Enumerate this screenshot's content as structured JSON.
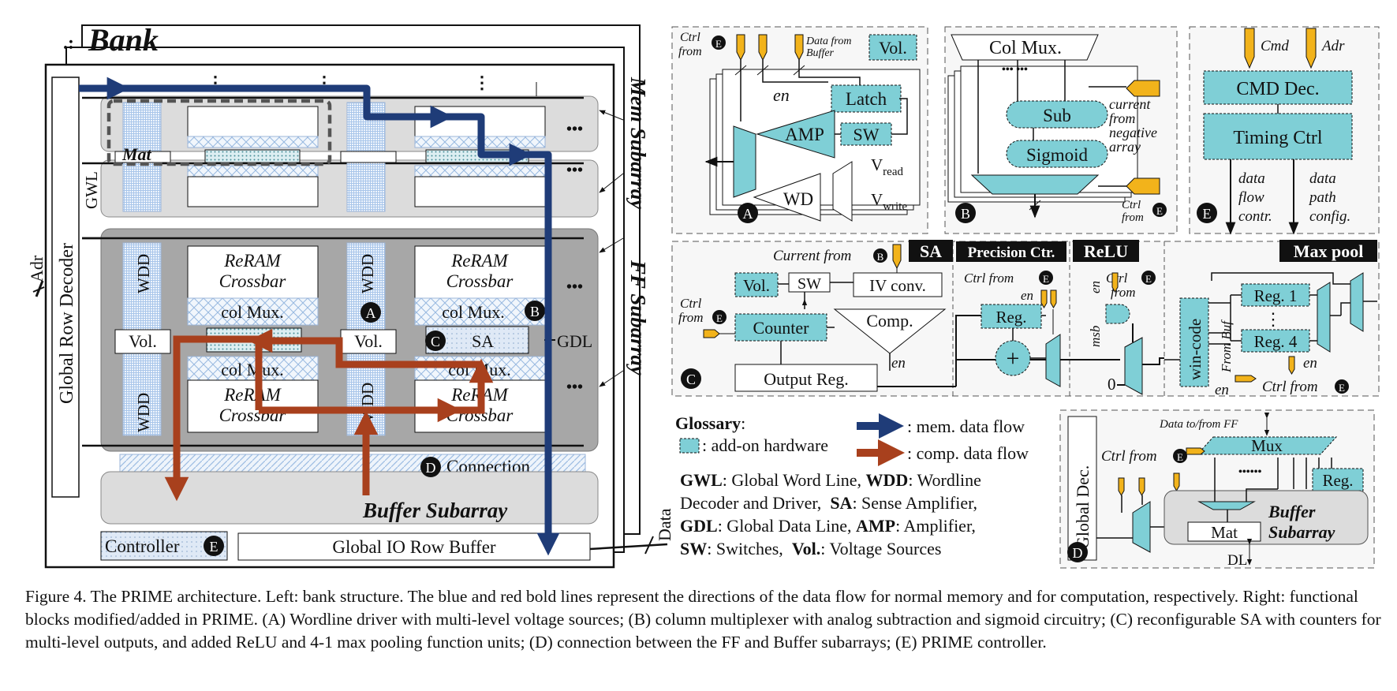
{
  "colors": {
    "addon": "#7fcfd6",
    "mem_flow": "#1f3c78",
    "comp_flow": "#a8401d",
    "subarray_gray": "#dcdcdc",
    "subarray_dark": "#a7a7a7",
    "ctrl_pin": "#f2b31b",
    "hatch_blue": "#a9c6ea"
  },
  "bank": {
    "title": "Bank",
    "adr": "Adr",
    "row_decoder": "Global Row Decoder",
    "gwl": "GWL",
    "mat": "Mat",
    "mem_subarray": "Mem Subarray",
    "ff_subarray": "FF Subarray",
    "wdd": "WDD",
    "reram1": "ReRAM",
    "reram2": "Crossbar",
    "col_mux": "col Mux.",
    "vol": "Vol.",
    "sa": "SA",
    "gdl": "GDL",
    "connection": "Connection",
    "buffer_subarray": "Buffer Subarray",
    "controller": "Controller",
    "global_io": "Global IO Row Buffer",
    "data": "Data",
    "dots": "•••",
    "label_a": "A",
    "label_b": "B",
    "label_c": "C",
    "label_d": "D",
    "label_e": "E"
  },
  "panel_a": {
    "ctrl": "Ctrl",
    "from": "from",
    "data_from": "Data from",
    "buffer": "Buffer",
    "vol": "Vol.",
    "en": "en",
    "latch": "Latch",
    "amp": "AMP",
    "sw": "SW",
    "wd": "WD",
    "v": "V",
    "read": "read",
    "write": "write",
    "letter": "A"
  },
  "panel_b": {
    "col_mux": "Col Mux.",
    "sub": "Sub",
    "sigmoid": "Sigmoid",
    "current1": "current",
    "current2": "from",
    "current3": "negative",
    "current4": "array",
    "ctrl": "Ctrl",
    "from": "from",
    "letter": "B"
  },
  "panel_e": {
    "cmd": "Cmd",
    "adr": "Adr",
    "cmd_dec": "CMD Dec.",
    "timing": "Timing Ctrl",
    "df1": "data",
    "df2": "flow",
    "df3": "contr.",
    "dp1": "data",
    "dp2": "path",
    "dp3": "config.",
    "letter": "E"
  },
  "panel_c": {
    "sa": "SA",
    "precision": "Precision Ctr.",
    "relu": "ReLU",
    "maxpool": "Max pool",
    "current_from": "Current from",
    "vol": "Vol.",
    "sw": "SW",
    "iv": "IV conv.",
    "comp": "Comp.",
    "counter": "Counter",
    "output_reg": "Output Reg.",
    "ctrl": "Ctrl",
    "from": "from",
    "ctrl_from": "Ctrl from",
    "en": "en",
    "reg": "Reg.",
    "plus": "+",
    "msb": "msb",
    "zero": "0",
    "wincode": "win-code",
    "from_buf": "From Buf",
    "reg1": "Reg. 1",
    "reg_dots": "⋮",
    "reg4": "Reg. 4",
    "letter": "C"
  },
  "glossary": {
    "title": "Glossary",
    "colon": ":",
    "addon": ": add-on hardware",
    "mem": ": mem. data flow",
    "comp": ": comp. data flow",
    "lines": [
      [
        [
          "GWL",
          true
        ],
        [
          ": Global Word Line, ",
          false
        ],
        [
          "WDD",
          true
        ],
        [
          ": Wordline",
          false
        ]
      ],
      [
        [
          "Decoder and Driver,  ",
          false
        ],
        [
          "SA",
          true
        ],
        [
          ": Sense Amplifier,",
          false
        ]
      ],
      [
        [
          "GDL",
          true
        ],
        [
          ": Global Data Line, ",
          false
        ],
        [
          "AMP",
          true
        ],
        [
          ": Amplifier,",
          false
        ]
      ],
      [
        [
          "SW",
          true
        ],
        [
          ": Switches,  ",
          false
        ],
        [
          "Vol.",
          true
        ],
        [
          ": Voltage Sources",
          false
        ]
      ]
    ]
  },
  "panel_d": {
    "data_ff": "Data to/from FF",
    "mux": "Mux",
    "global_dec": "Global Dec.",
    "ctrl_from": "Ctrl from",
    "dots": "••••••",
    "reg": "Reg.",
    "buffer1": "Buffer",
    "buffer2": "Subarray",
    "mat": "Mat",
    "dl": "DL",
    "letter": "D"
  },
  "caption": "Figure 4.   The PRIME architecture. Left: bank structure. The blue and red bold lines represent the directions of the data flow for normal memory and for computation, respectively. Right: functional blocks modified/added in PRIME. (A) Wordline driver with multi-level voltage sources; (B) column multiplexer with analog subtraction and sigmoid circuitry; (C) reconfigurable SA with counters for multi-level outputs, and added ReLU and 4-1 max pooling function units; (D) connection between the FF and Buffer subarrays; (E) PRIME controller."
}
